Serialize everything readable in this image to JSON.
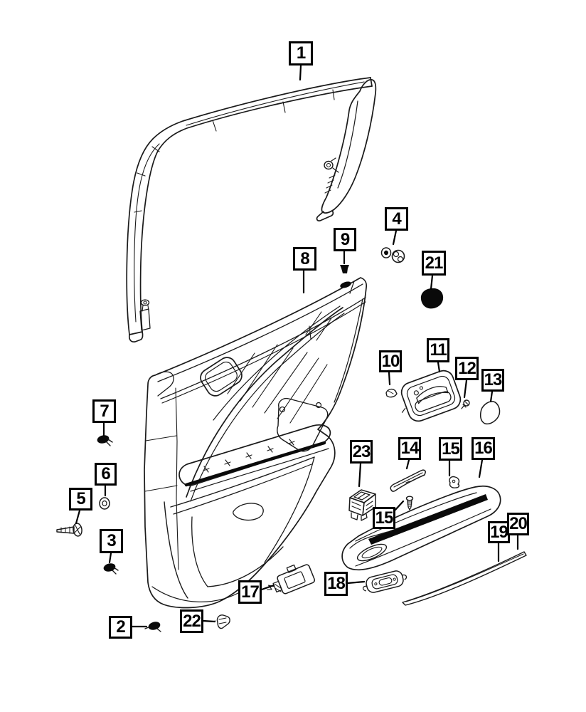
{
  "diagram": {
    "kind": "exploded-parts-line-drawing",
    "subject": "rear-door-trim-panel",
    "colors": {
      "background": "#ffffff",
      "line": "#1a1a1a",
      "fill_dark": "#0a0a0a"
    },
    "callouts": [
      {
        "label": "1"
      },
      {
        "label": "2"
      },
      {
        "label": "3"
      },
      {
        "label": "4"
      },
      {
        "label": "5"
      },
      {
        "label": "6"
      },
      {
        "label": "7"
      },
      {
        "label": "8"
      },
      {
        "label": "9"
      },
      {
        "label": "10"
      },
      {
        "label": "11"
      },
      {
        "label": "12"
      },
      {
        "label": "13"
      },
      {
        "label": "14"
      },
      {
        "label": "15"
      },
      {
        "label": "15"
      },
      {
        "label": "16"
      },
      {
        "label": "17"
      },
      {
        "label": "18"
      },
      {
        "label": "19"
      },
      {
        "label": "20"
      },
      {
        "label": "21"
      },
      {
        "label": "22"
      },
      {
        "label": "23"
      }
    ]
  }
}
